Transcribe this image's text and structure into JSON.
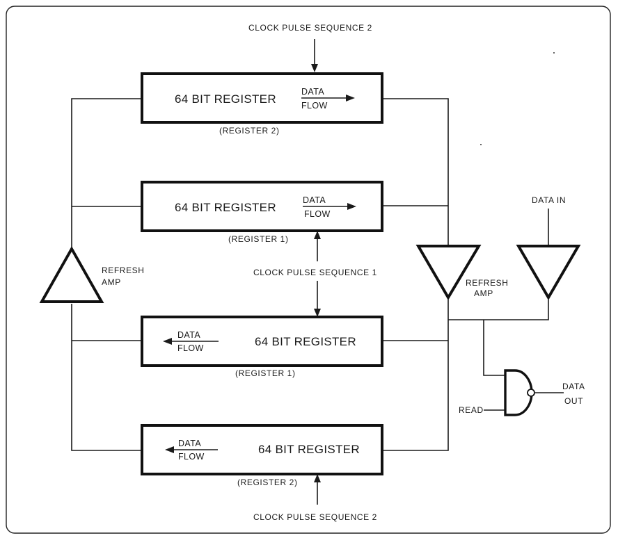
{
  "diagram": {
    "clock_top": "CLOCK PULSE SEQUENCE 2",
    "clock_mid": "CLOCK PULSE SEQUENCE 1",
    "clock_bottom": "CLOCK PULSE SEQUENCE 2",
    "registers": [
      {
        "label": "64 BIT REGISTER",
        "caption": "(REGISTER 2)",
        "flow_top": "DATA",
        "flow_bottom": "FLOW"
      },
      {
        "label": "64 BIT REGISTER",
        "caption": "(REGISTER 1)",
        "flow_top": "DATA",
        "flow_bottom": "FLOW"
      },
      {
        "label": "64 BIT REGISTER",
        "caption": "(REGISTER 1)",
        "flow_top": "DATA",
        "flow_bottom": "FLOW"
      },
      {
        "label": "64 BIT REGISTER",
        "caption": "(REGISTER 2)",
        "flow_top": "DATA",
        "flow_bottom": "FLOW"
      }
    ],
    "left_amp": {
      "line1": "REFRESH",
      "line2": "AMP"
    },
    "right_amp": {
      "line1": "REFRESH",
      "line2": "AMP"
    },
    "data_in": "DATA IN",
    "read": "READ",
    "data_out_line1": "DATA",
    "data_out_line2": "OUT"
  }
}
